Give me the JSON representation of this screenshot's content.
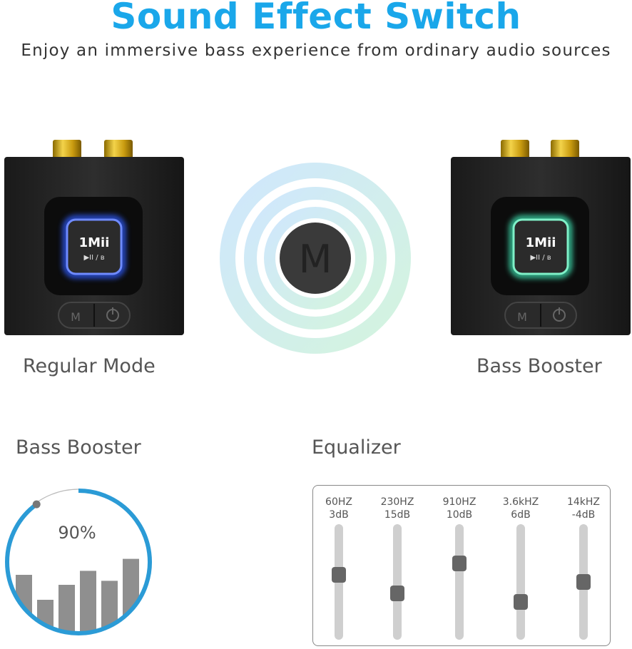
{
  "header": {
    "title": "Sound Effect Switch",
    "subtitle": "Enjoy an immersive bass experience from ordinary audio sources"
  },
  "devices": [
    {
      "label": "Regular Mode",
      "brand": "1Mii",
      "controls": "▶II / ʙ",
      "m_button": "M",
      "glow_color": "#2f5cff"
    },
    {
      "label": "Bass Booster",
      "brand": "1Mii",
      "controls": "▶II / ʙ",
      "m_button": "M",
      "glow_color": "#3ee0b0"
    }
  ],
  "center_button": {
    "label": "M"
  },
  "bass_booster": {
    "heading": "Bass Booster",
    "percent_label": "90%",
    "progress": 0.9,
    "bars": [
      0.6,
      0.35,
      0.5,
      0.64,
      0.54,
      0.76
    ],
    "ring_color": "#2b9bd6"
  },
  "equalizer": {
    "heading": "Equalizer",
    "bands": [
      {
        "freq": "60HZ",
        "gain": "3dB",
        "level": 0.56
      },
      {
        "freq": "230HZ",
        "gain": "15dB",
        "level": 0.4
      },
      {
        "freq": "910HZ",
        "gain": "10dB",
        "level": 0.66
      },
      {
        "freq": "3.6kHZ",
        "gain": "6dB",
        "level": 0.33
      },
      {
        "freq": "14kHZ",
        "gain": "-4dB",
        "level": 0.5
      }
    ]
  }
}
